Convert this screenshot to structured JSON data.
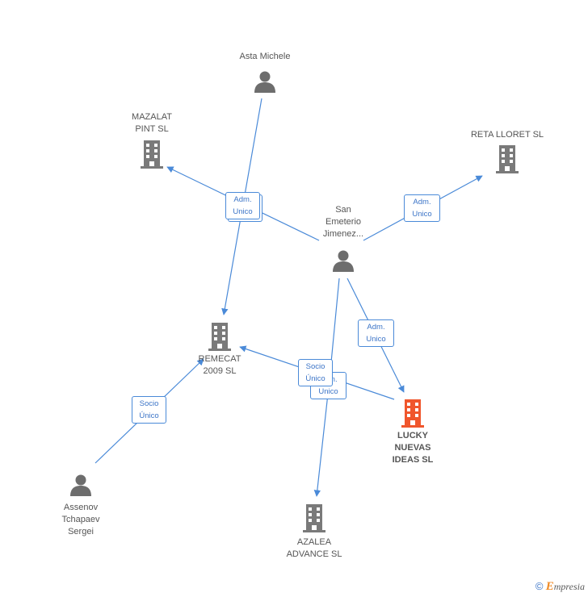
{
  "colors": {
    "edge": "#4a8ad8",
    "building": "#7a7a7a",
    "building_highlight": "#f0562c",
    "person": "#6d6d6d",
    "brand_accent": "#f08a24"
  },
  "nodes": {
    "asta_michele": {
      "label": "Asta Michele",
      "icon": "person-icon"
    },
    "mazalat": {
      "label": "MAZALAT\nPINT SL",
      "icon": "building-icon"
    },
    "reta_lloret": {
      "label": "RETA LLORET SL",
      "icon": "building-icon"
    },
    "san_emeterio": {
      "label": "San\nEmeterio\nJimenez...",
      "icon": "person-icon"
    },
    "remecat": {
      "label": "REMECAT\n2009 SL",
      "icon": "building-icon"
    },
    "lucky": {
      "label": "LUCKY\nNUEVAS\nIDEAS SL",
      "icon": "building-icon"
    },
    "assenov": {
      "label": "Assenov\nTchapaev\nSergei",
      "icon": "person-icon"
    },
    "azalea": {
      "label": "AZALEA\nADVANCE SL",
      "icon": "building-icon"
    }
  },
  "edge_labels": {
    "adm_unico_left": "Adm.\nUnico",
    "adm_unico_right": "Adm.\nUnico",
    "adm_unico_lucky": "Adm.\nUnico",
    "socio_unico_center": "Socio\nÚnico",
    "unico_back": "Adm.\nUnico",
    "socio_unico_assenov": "Socio\nÚnico"
  },
  "footer": {
    "copyright": "©",
    "brand_initial": "E",
    "brand_rest": "mpresia"
  }
}
